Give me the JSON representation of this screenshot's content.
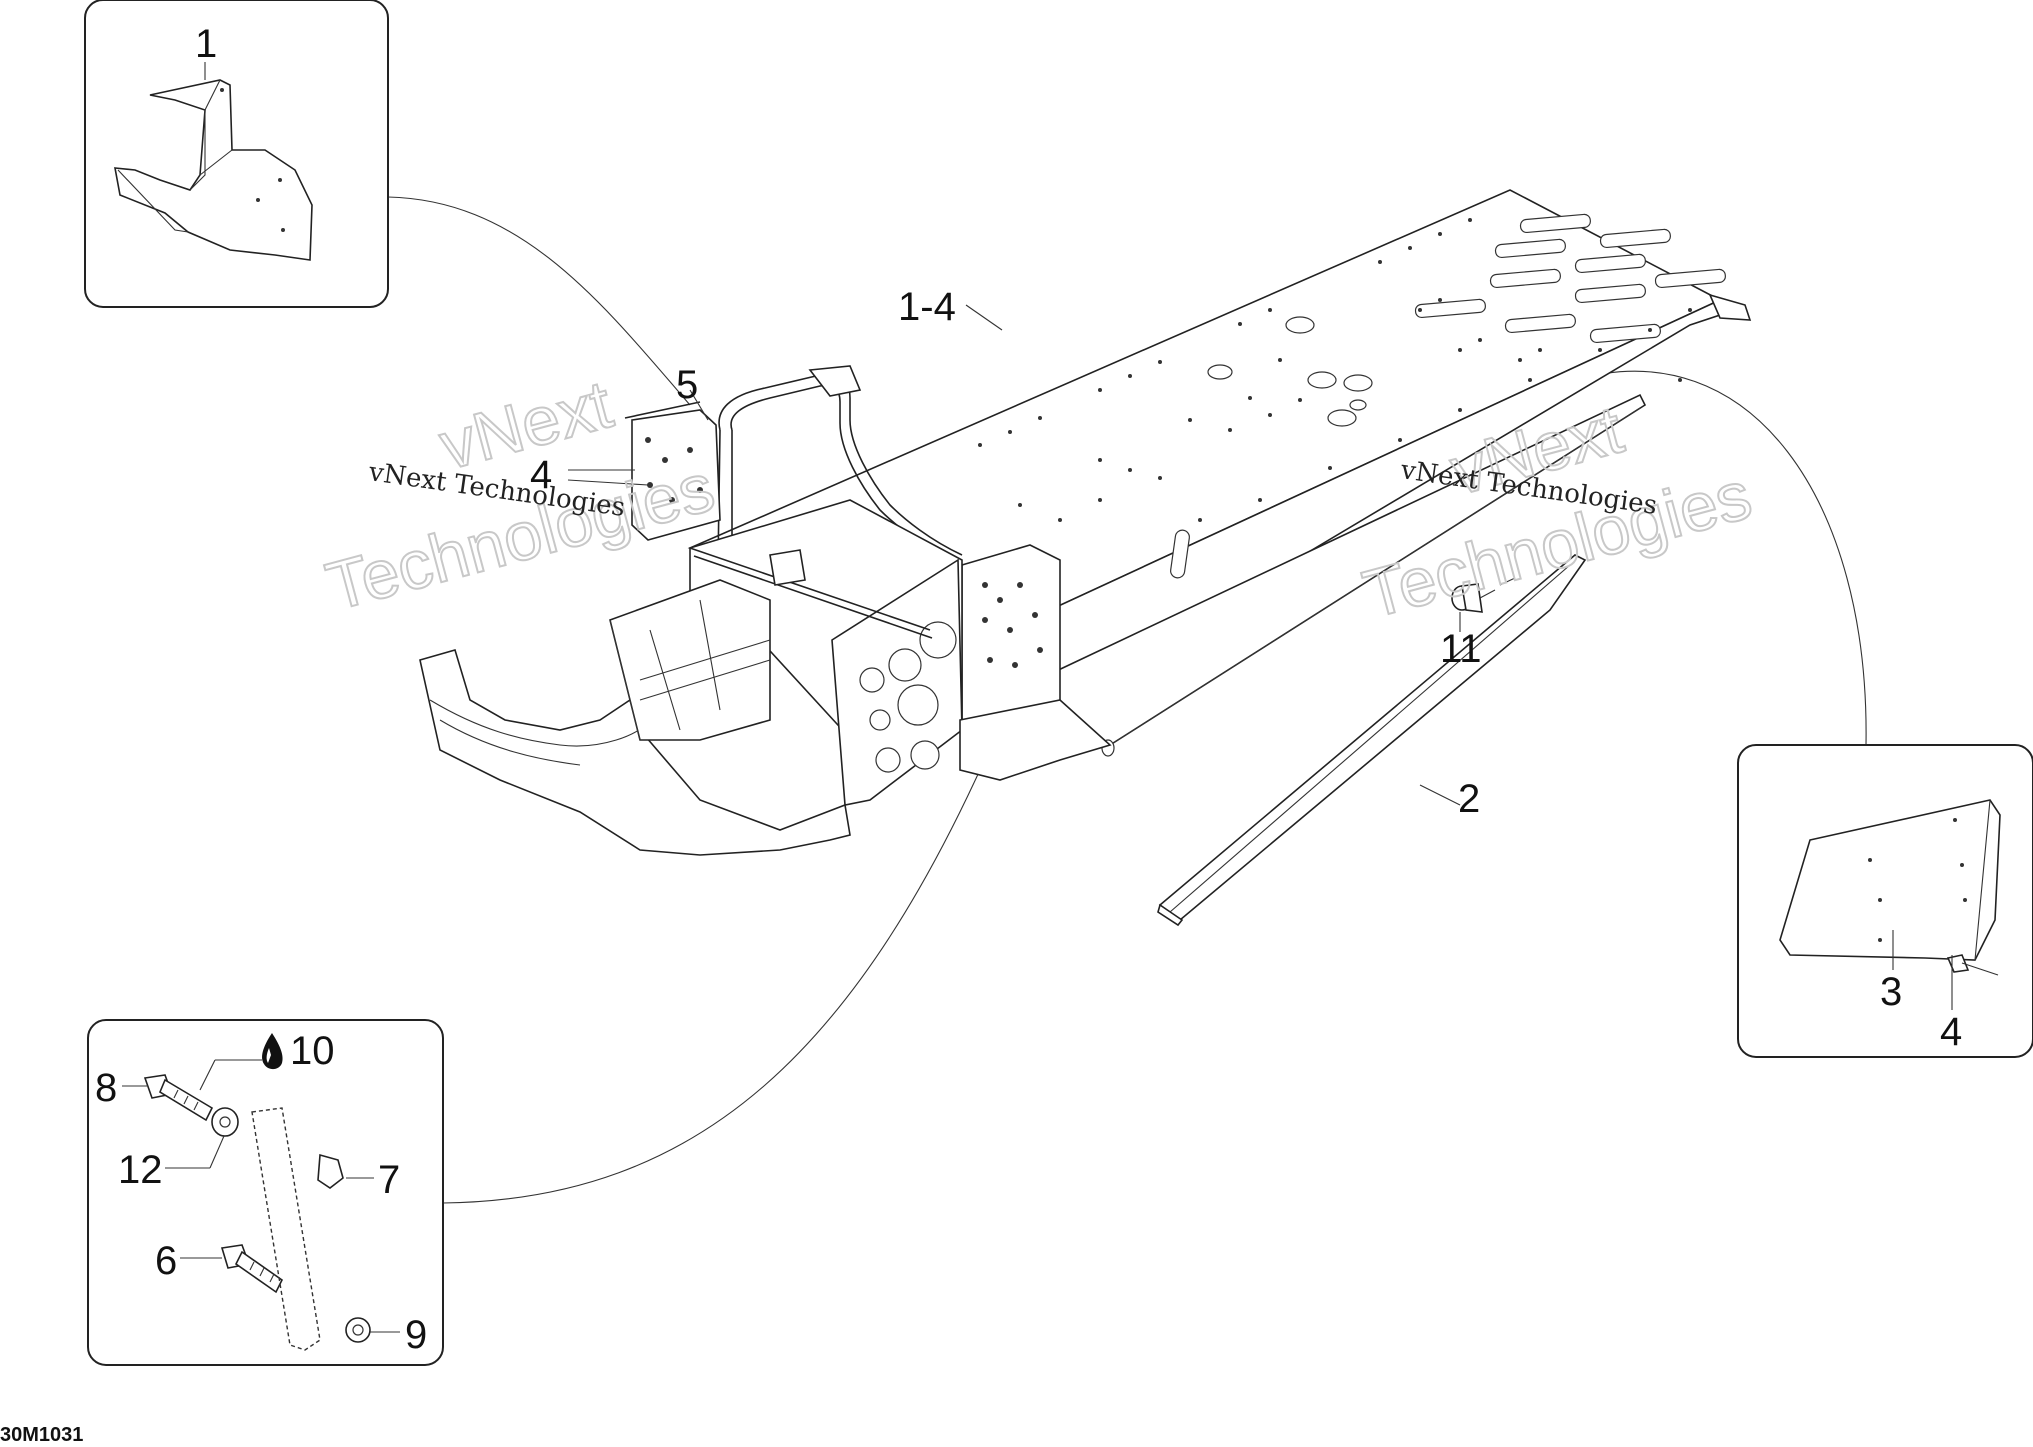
{
  "drawing_code": "30M1031",
  "watermark": {
    "line": "vNext Technologies",
    "big_1": "vNext",
    "big_2": "Technologies"
  },
  "callouts": {
    "inset_top_left": "1",
    "main_assembly": "1-4",
    "bracket_front": "5",
    "rivet_front": "4",
    "plug": "11",
    "rail": "2",
    "inset_right_plate": "3",
    "inset_right_rivet": "4",
    "inset_bottom_washer_adhesive": "10",
    "inset_bottom_bolt_top": "8",
    "inset_bottom_washer": "12",
    "inset_bottom_nut_top": "7",
    "inset_bottom_bolt_bottom": "6",
    "inset_bottom_nut_bottom": "9"
  }
}
